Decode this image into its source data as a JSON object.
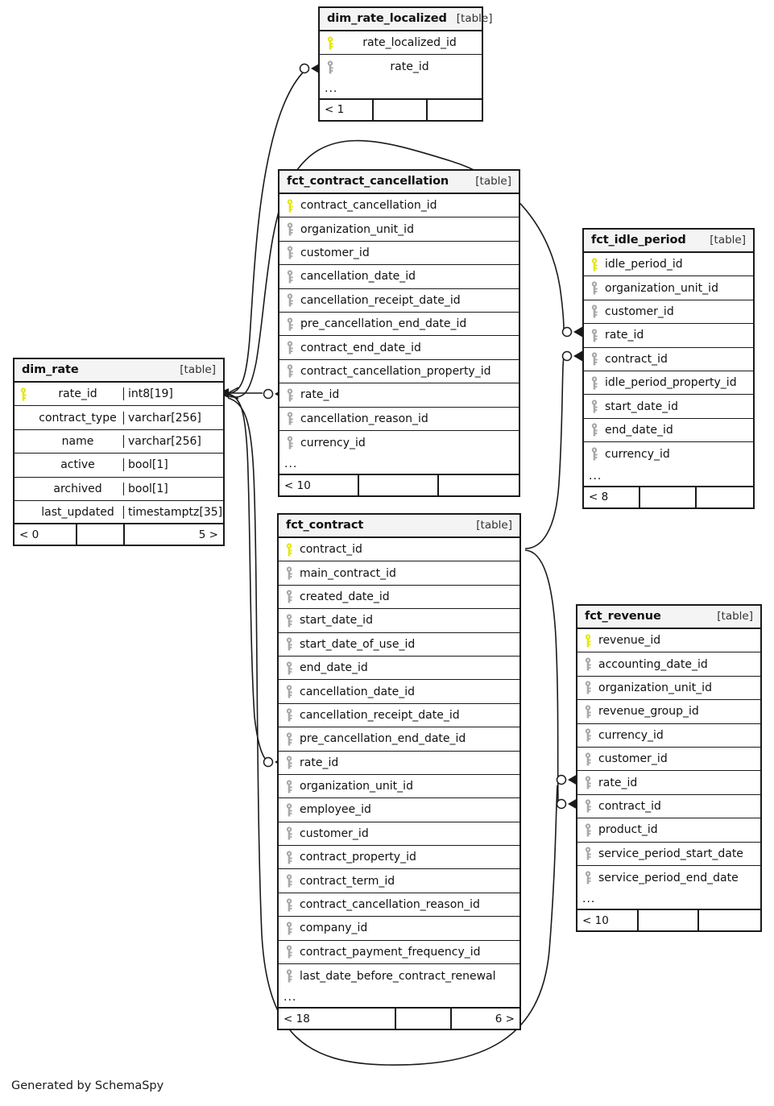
{
  "diagram": {
    "title": "SchemaSpy entity relationship diagram",
    "credit": "Generated by SchemaSpy",
    "table_tag": "[table]",
    "ellipsis": "...",
    "colors": {
      "primary_key": "#e3e80b",
      "foreign_key": "#a8a8a8",
      "border": "#1a1a1a",
      "header_bg": "#f4f4f4",
      "background": "#ffffff"
    }
  },
  "tables": [
    {
      "id": "dim_rate_localized",
      "name": "dim_rate_localized",
      "tag": "[table]",
      "columns": [
        {
          "name": "rate_localized_id",
          "key": "primary"
        },
        {
          "name": "rate_id",
          "key": "foreign"
        }
      ],
      "has_ellipsis": true,
      "footer": {
        "left": "< 1",
        "middle": "",
        "right": ""
      }
    },
    {
      "id": "dim_rate",
      "name": "dim_rate",
      "tag": "[table]",
      "columns": [
        {
          "name": "rate_id",
          "key": "primary",
          "type": "int8[19]"
        },
        {
          "name": "contract_type",
          "key": "none",
          "type": "varchar[256]"
        },
        {
          "name": "name",
          "key": "none",
          "type": "varchar[256]"
        },
        {
          "name": "active",
          "key": "none",
          "type": "bool[1]"
        },
        {
          "name": "archived",
          "key": "none",
          "type": "bool[1]"
        },
        {
          "name": "last_updated",
          "key": "none",
          "type": "timestamptz[35]"
        }
      ],
      "has_ellipsis": false,
      "footer": {
        "left": "< 0",
        "middle": "",
        "right": "5 >"
      }
    },
    {
      "id": "fct_contract_cancellation",
      "name": "fct_contract_cancellation",
      "tag": "[table]",
      "columns": [
        {
          "name": "contract_cancellation_id",
          "key": "primary"
        },
        {
          "name": "organization_unit_id",
          "key": "foreign"
        },
        {
          "name": "customer_id",
          "key": "foreign"
        },
        {
          "name": "cancellation_date_id",
          "key": "foreign"
        },
        {
          "name": "cancellation_receipt_date_id",
          "key": "foreign"
        },
        {
          "name": "pre_cancellation_end_date_id",
          "key": "foreign"
        },
        {
          "name": "contract_end_date_id",
          "key": "foreign"
        },
        {
          "name": "contract_cancellation_property_id",
          "key": "foreign"
        },
        {
          "name": "rate_id",
          "key": "foreign"
        },
        {
          "name": "cancellation_reason_id",
          "key": "foreign"
        },
        {
          "name": "currency_id",
          "key": "foreign"
        }
      ],
      "has_ellipsis": true,
      "footer": {
        "left": "< 10",
        "middle": "",
        "right": ""
      }
    },
    {
      "id": "fct_idle_period",
      "name": "fct_idle_period",
      "tag": "[table]",
      "columns": [
        {
          "name": "idle_period_id",
          "key": "primary"
        },
        {
          "name": "organization_unit_id",
          "key": "foreign"
        },
        {
          "name": "customer_id",
          "key": "foreign"
        },
        {
          "name": "rate_id",
          "key": "foreign"
        },
        {
          "name": "contract_id",
          "key": "foreign"
        },
        {
          "name": "idle_period_property_id",
          "key": "foreign"
        },
        {
          "name": "start_date_id",
          "key": "foreign"
        },
        {
          "name": "end_date_id",
          "key": "foreign"
        },
        {
          "name": "currency_id",
          "key": "foreign"
        }
      ],
      "has_ellipsis": true,
      "footer": {
        "left": "< 8",
        "middle": "",
        "right": ""
      }
    },
    {
      "id": "fct_contract",
      "name": "fct_contract",
      "tag": "[table]",
      "columns": [
        {
          "name": "contract_id",
          "key": "primary"
        },
        {
          "name": "main_contract_id",
          "key": "foreign"
        },
        {
          "name": "created_date_id",
          "key": "foreign"
        },
        {
          "name": "start_date_id",
          "key": "foreign"
        },
        {
          "name": "start_date_of_use_id",
          "key": "foreign"
        },
        {
          "name": "end_date_id",
          "key": "foreign"
        },
        {
          "name": "cancellation_date_id",
          "key": "foreign"
        },
        {
          "name": "cancellation_receipt_date_id",
          "key": "foreign"
        },
        {
          "name": "pre_cancellation_end_date_id",
          "key": "foreign"
        },
        {
          "name": "rate_id",
          "key": "foreign"
        },
        {
          "name": "organization_unit_id",
          "key": "foreign"
        },
        {
          "name": "employee_id",
          "key": "foreign"
        },
        {
          "name": "customer_id",
          "key": "foreign"
        },
        {
          "name": "contract_property_id",
          "key": "foreign"
        },
        {
          "name": "contract_term_id",
          "key": "foreign"
        },
        {
          "name": "contract_cancellation_reason_id",
          "key": "foreign"
        },
        {
          "name": "company_id",
          "key": "foreign"
        },
        {
          "name": "contract_payment_frequency_id",
          "key": "foreign"
        },
        {
          "name": "last_date_before_contract_renewal",
          "key": "foreign"
        }
      ],
      "has_ellipsis": true,
      "footer": {
        "left": "< 18",
        "middle": "",
        "right": "6 >"
      }
    },
    {
      "id": "fct_revenue",
      "name": "fct_revenue",
      "tag": "[table]",
      "columns": [
        {
          "name": "revenue_id",
          "key": "primary"
        },
        {
          "name": "accounting_date_id",
          "key": "foreign"
        },
        {
          "name": "organization_unit_id",
          "key": "foreign"
        },
        {
          "name": "revenue_group_id",
          "key": "foreign"
        },
        {
          "name": "currency_id",
          "key": "foreign"
        },
        {
          "name": "customer_id",
          "key": "foreign"
        },
        {
          "name": "rate_id",
          "key": "foreign"
        },
        {
          "name": "contract_id",
          "key": "foreign"
        },
        {
          "name": "product_id",
          "key": "foreign"
        },
        {
          "name": "service_period_start_date",
          "key": "foreign"
        },
        {
          "name": "service_period_end_date",
          "key": "foreign"
        }
      ],
      "has_ellipsis": true,
      "footer": {
        "left": "< 10",
        "middle": "",
        "right": ""
      }
    }
  ],
  "relationships": [
    {
      "from_table": "dim_rate",
      "from_column": "rate_id",
      "to_table": "dim_rate_localized",
      "to_column": "rate_id",
      "cardinality": "zero-or-more"
    },
    {
      "from_table": "dim_rate",
      "from_column": "rate_id",
      "to_table": "fct_contract_cancellation",
      "to_column": "rate_id",
      "cardinality": "zero-or-more"
    },
    {
      "from_table": "dim_rate",
      "from_column": "rate_id",
      "to_table": "fct_contract",
      "to_column": "rate_id",
      "cardinality": "zero-or-more"
    },
    {
      "from_table": "dim_rate",
      "from_column": "rate_id",
      "to_table": "fct_idle_period",
      "to_column": "rate_id",
      "cardinality": "zero-or-more"
    },
    {
      "from_table": "dim_rate",
      "from_column": "rate_id",
      "to_table": "fct_revenue",
      "to_column": "rate_id",
      "cardinality": "zero-or-more"
    },
    {
      "from_table": "fct_contract",
      "from_column": "contract_id",
      "to_table": "fct_idle_period",
      "to_column": "contract_id",
      "cardinality": "zero-or-more"
    },
    {
      "from_table": "fct_contract",
      "from_column": "contract_id",
      "to_table": "fct_revenue",
      "to_column": "contract_id",
      "cardinality": "zero-or-more"
    }
  ]
}
